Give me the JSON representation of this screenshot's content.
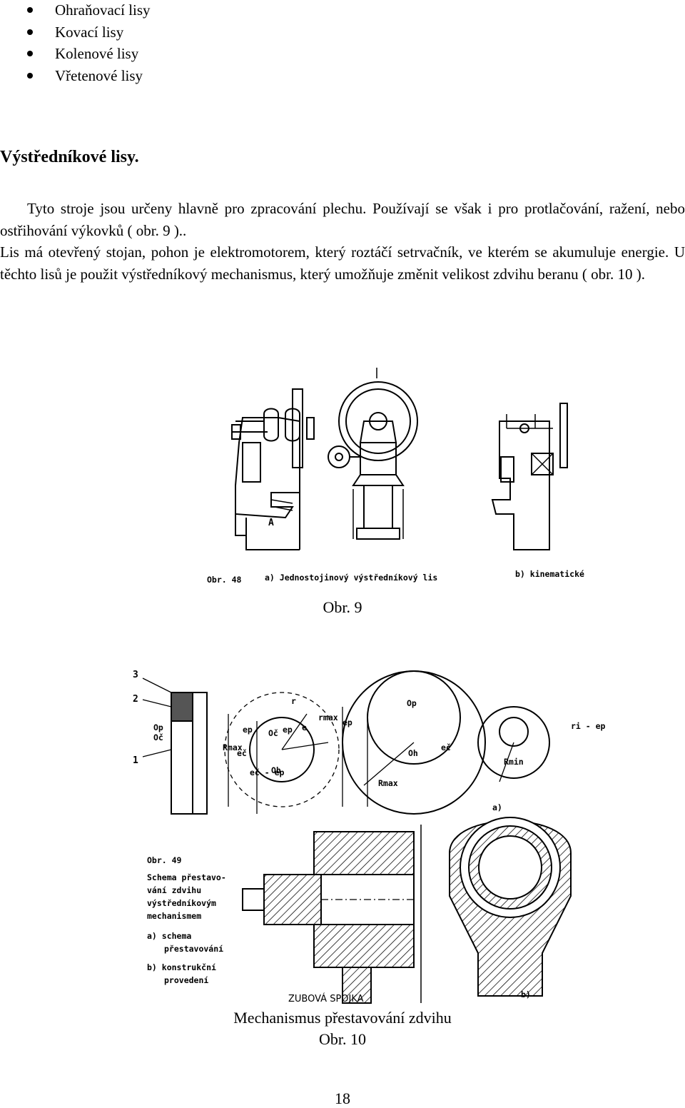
{
  "bullets": [
    "Ohraňovací lisy",
    "Kovací lisy",
    "Kolenové lisy",
    "Vřetenové lisy"
  ],
  "heading": "Výstředníkové lisy.",
  "paragraphs": [
    "Tyto stroje jsou určeny hlavně pro zpracování plechu. Používají se však i pro protlačování, ražení, nebo ostřihování výkovků ( obr. 9 )..",
    "Lis má otevřený stojan, pohon je elektromotorem, který roztáčí setrvačník, ve kterém se akumuluje energie. U těchto lisů je použit výstředníkový mechanismus, který umožňuje změnit velikost zdvihu beranu ( obr. 10 )."
  ],
  "figure9": {
    "label_obr": "Obr. 48",
    "label_a": "a) Jednostojinový výstředníkový lis",
    "label_b": "b) kinematické",
    "label_A": "A",
    "caption": "Obr.  9"
  },
  "figure10": {
    "labels_left": [
      "3",
      "2",
      "1"
    ],
    "labels_schema": [
      "Op",
      "Oč",
      "Rmax",
      "eč",
      "ep",
      "Oč",
      "ep",
      "e",
      "r",
      "rmax",
      "Oh",
      "eč - ep",
      "ep",
      "eč",
      "Op",
      "Oh",
      "Rmax",
      "Rmin",
      "ri - ep"
    ],
    "label_a": "a)",
    "label_b": "b)",
    "legend": [
      "Obr. 49",
      "Schema přestavo-",
      "vání zdvihu",
      "výstředníkovým",
      "mechanismem",
      "a) schema",
      "přestavování",
      "b) konstrukční",
      "provedení"
    ],
    "zubova": "ZUBOVÁ  SPOJKA",
    "caption_title": "Mechanismus přestavování zdvihu",
    "caption_obr": "Obr. 10"
  },
  "page_number": "18"
}
